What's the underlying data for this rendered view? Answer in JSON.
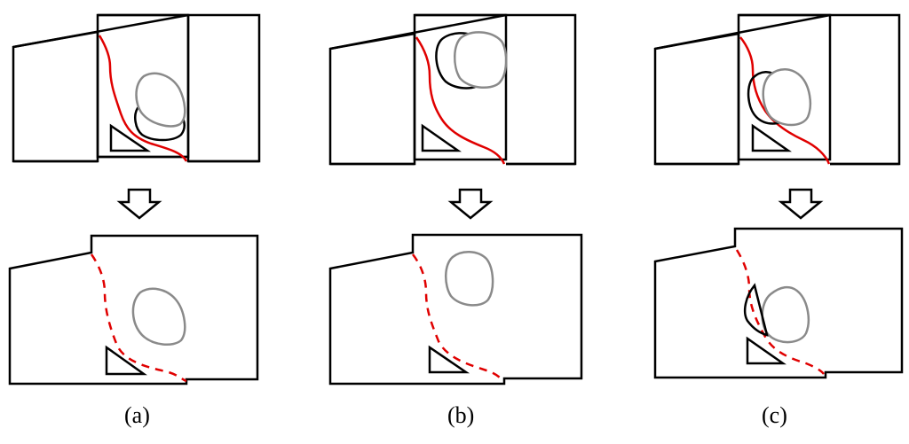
{
  "panels": [
    {
      "label": "(a)"
    },
    {
      "label": "(b)"
    },
    {
      "label": "(c)"
    }
  ],
  "colors": {
    "outline": "#000000",
    "seam": "#e00000",
    "object_gray": "#8a8a8a",
    "object_black": "#000000"
  }
}
